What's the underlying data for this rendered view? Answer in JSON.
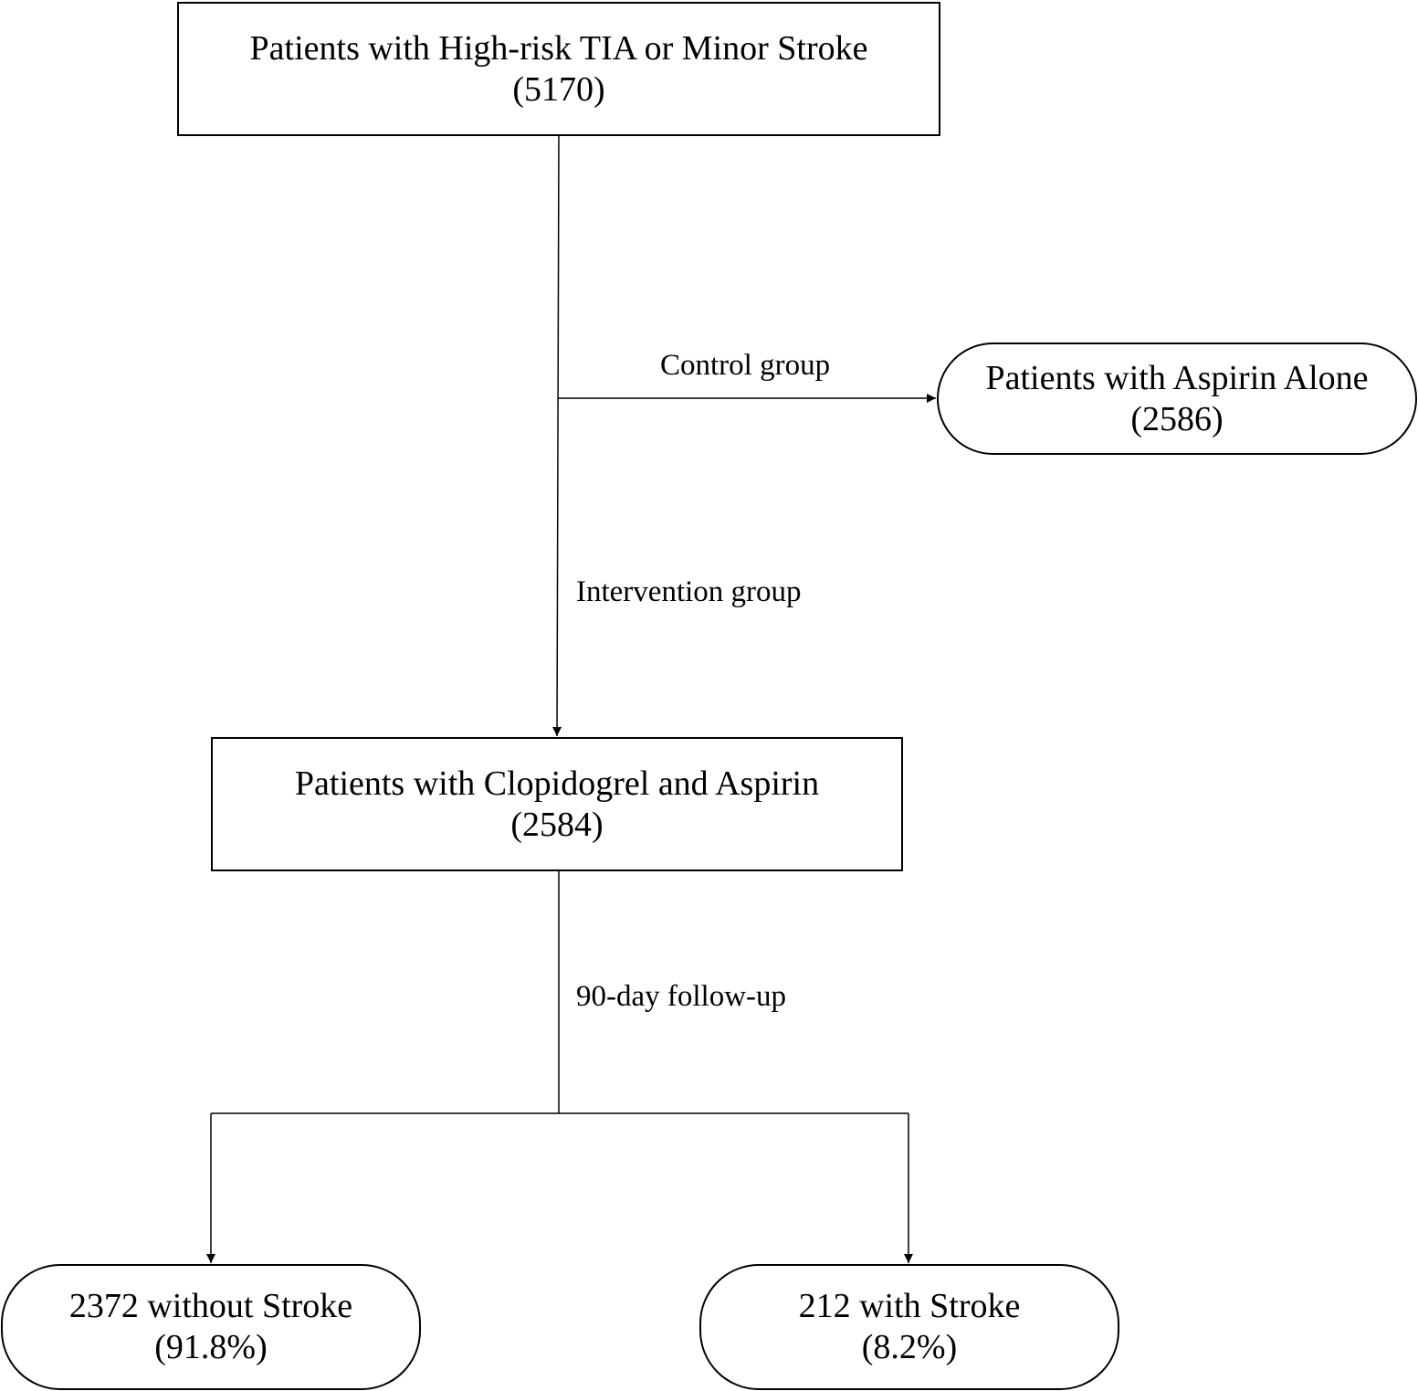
{
  "nodes": {
    "enrolled": {
      "line1": "Patients with High-risk TIA or Minor Stroke",
      "line2": "(5170)"
    },
    "aspirin_alone": {
      "line1": "Patients with Aspirin Alone",
      "line2": "(2586)"
    },
    "clopidogrel_aspirin": {
      "line1": "Patients with Clopidogrel and Aspirin",
      "line2": "(2584)"
    },
    "without_stroke": {
      "line1": "2372 without Stroke",
      "line2": "(91.8%)"
    },
    "with_stroke": {
      "line1": "212 with Stroke",
      "line2": "(8.2%)"
    }
  },
  "edges": {
    "control": "Control group",
    "intervention": "Intervention group",
    "followup": "90-day follow-up"
  },
  "colors": {
    "line": "#000000",
    "background": "#ffffff"
  }
}
